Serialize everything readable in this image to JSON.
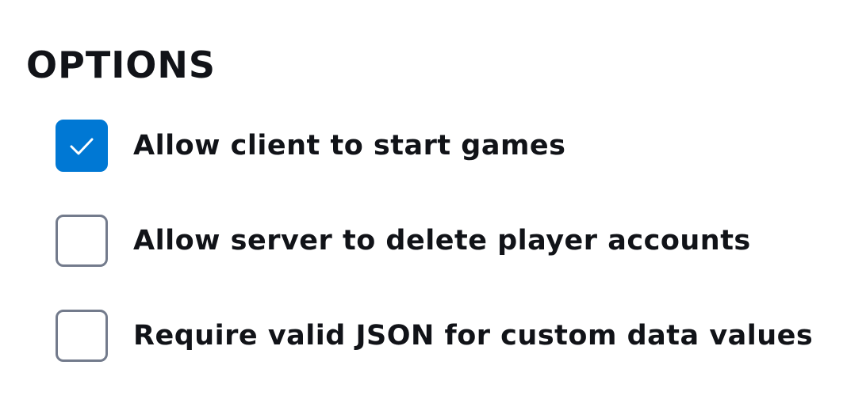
{
  "section": {
    "title": "OPTIONS"
  },
  "options": [
    {
      "label": "Allow client to start games",
      "checked": true
    },
    {
      "label": "Allow server to delete player accounts",
      "checked": false
    },
    {
      "label": "Require valid JSON for custom data values",
      "checked": false
    }
  ],
  "colors": {
    "accent": "#0078d4",
    "checkbox_border": "#737b8c",
    "text": "#111318",
    "background": "#ffffff"
  },
  "icons": {
    "checked": "checkmark-icon"
  }
}
